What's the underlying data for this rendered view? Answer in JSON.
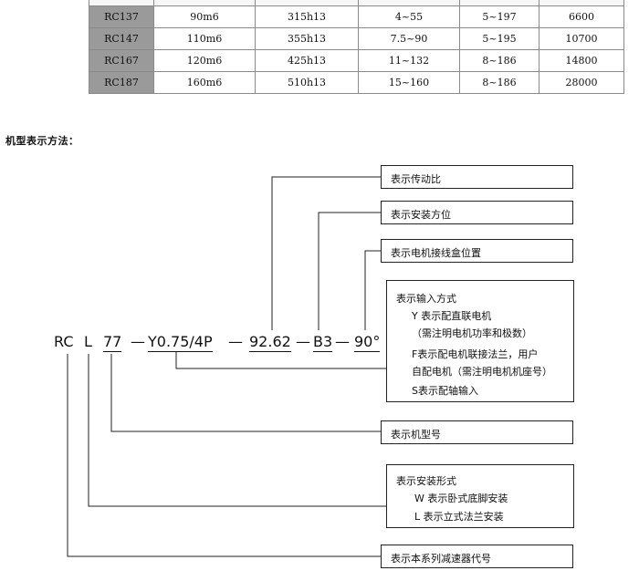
{
  "table": {
    "rows": [
      {
        "model": "RC137",
        "c1": "90m6",
        "c2": "315h13",
        "c3": "4~55",
        "c4": "5~197",
        "c5": "6600"
      },
      {
        "model": "RC147",
        "c1": "110m6",
        "c2": "355h13",
        "c3": "7.5~90",
        "c4": "5~195",
        "c5": "10700"
      },
      {
        "model": "RC167",
        "c1": "120m6",
        "c2": "425h13",
        "c3": "11~132",
        "c4": "8~186",
        "c5": "14800"
      },
      {
        "model": "RC187",
        "c1": "160m6",
        "c2": "510h13",
        "c3": "15~160",
        "c4": "8~186",
        "c5": "28000"
      }
    ]
  },
  "heading": "机型表示方法：",
  "code": {
    "rc": "RC",
    "l": "L",
    "n77": "77",
    "dash1": "—",
    "motor": "Y0.75/4P",
    "dash2": "—",
    "ratio": "92.62",
    "dash3": "—",
    "pos": "B3",
    "dash4": "—",
    "angle": "90°"
  },
  "boxes": {
    "ratio": "表示传动比",
    "mount_position": "表示安装方位",
    "junction_box": "表示电机接线盒位置",
    "input": {
      "title": "表示输入方式",
      "lines": [
        "Y 表示配直联电机",
        "（需注明电机功率和极数）",
        "F表示配电机联接法兰，用户",
        "自配电机（需注明电机机座号）",
        "S表示配轴输入"
      ]
    },
    "model": "表示机型号",
    "mounting": {
      "title": "表示安装形式",
      "lines": [
        "W 表示卧式底脚安装",
        "L 表示立式法兰安装"
      ]
    },
    "series": "表示本系列减速器代号"
  }
}
